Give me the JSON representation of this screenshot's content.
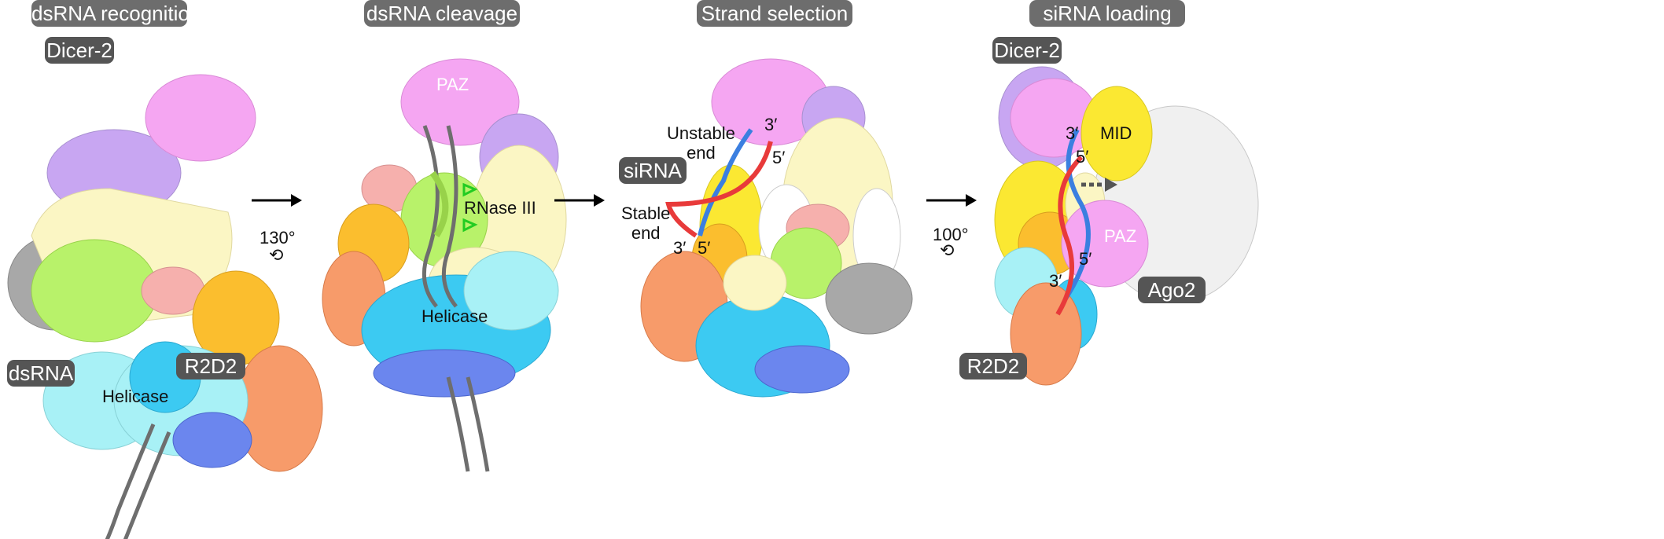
{
  "stages": [
    {
      "title": "dsRNA recognition",
      "tag_top": "Dicer-2",
      "tag_dsrna": "dsRNA",
      "tag_r2d2": "R2D2",
      "helicase": "Helicase"
    },
    {
      "title": "dsRNA cleavage",
      "paz": "PAZ",
      "rnase": "RNase III",
      "helicase": "Helicase"
    },
    {
      "title": "Strand selection",
      "sirna": "siRNA",
      "unstable": "Unstable\nend",
      "stable": "Stable\nend",
      "ends": {
        "three_top": "3′",
        "five_top": "5′",
        "three_bottom": "3′",
        "five_bottom": "5′"
      }
    },
    {
      "title": "siRNA loading",
      "tag_top": "Dicer-2",
      "mid": "MID",
      "paz": "PAZ",
      "ago2": "Ago2",
      "tag_r2d2": "R2D2",
      "ends": {
        "three_top": "3′",
        "five_top": "5′",
        "five_bottom": "5′",
        "three_bottom": "3′"
      }
    }
  ],
  "transitions": [
    {
      "angle": "130°",
      "icon": "rotation-icon"
    },
    {
      "angle": "",
      "icon": ""
    },
    {
      "angle": "100°",
      "icon": "rotation-icon"
    }
  ],
  "colors": {
    "lavender": "#c8a6f2",
    "pink": "#f5a6f2",
    "cream": "#fbf6c4",
    "lime": "#b8f26a",
    "salmon": "#f6b0ad",
    "orange": "#fbbe2e",
    "coral": "#f79b6a",
    "cyan": "#a8f1f6",
    "sky": "#3ccaf2",
    "blue": "#6b86ee",
    "grey": "#a8a8a8",
    "yellow": "#fbe832",
    "ago": "#f0f0f0",
    "rna_grey": "#6e6e6e",
    "rna_red": "#e83a3a",
    "rna_blue": "#3b7fe0"
  }
}
